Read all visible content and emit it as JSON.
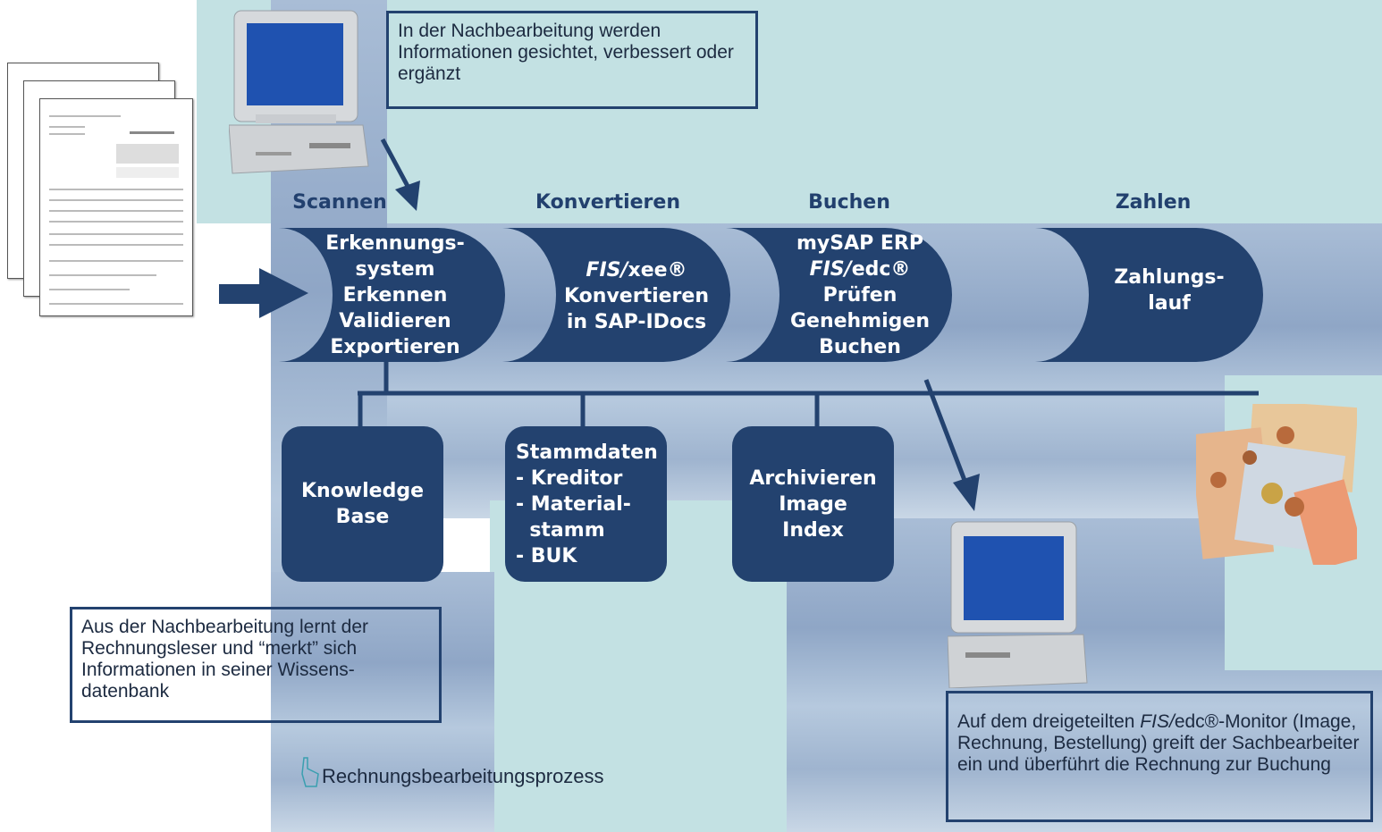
{
  "stages": {
    "scan": "Scannen",
    "convert": "Konvertieren",
    "book": "Buchen",
    "pay": "Zahlen"
  },
  "process": {
    "scan": [
      "Erkennungs-",
      "system",
      "Erkennen",
      "Validieren",
      "Exportieren"
    ],
    "convert_brand": "FIS/",
    "convert_brand_suffix": "xee®",
    "convert": [
      "Konvertieren",
      "in SAP-IDocs"
    ],
    "book_line1": "mySAP ERP",
    "book_brand": "FIS/",
    "book_brand_suffix": "edc®",
    "book": [
      "Prüfen",
      "Genehmigen",
      "Buchen"
    ],
    "pay": [
      "Zahlungs-",
      "lauf"
    ]
  },
  "modules": {
    "knowledge": [
      "Knowledge",
      "Base"
    ],
    "stamm": [
      "Stammdaten",
      "- Kreditor",
      "- Material-",
      "  stamm",
      "- BUK"
    ],
    "archive": [
      "Archivieren",
      "Image",
      "Index"
    ]
  },
  "callouts": {
    "top": "In der Nachbearbeitung werden Informationen gesichtet, verbessert oder ergänzt",
    "left": "Aus der Nachbearbeitung lernt der Rechnungsleser und “merkt” sich Informationen in seiner Wissens-datenbank",
    "right_prefix": "Auf dem dreigeteilten ",
    "right_brand": "FIS/",
    "right_suffix": "edc®-Monitor (Image, Rechnung, Bestellung) greift der Sachbearbeiter ein und überführt die Rechnung zur Buchung"
  },
  "caption": "Rechnungsbearbeitungsprozess",
  "colors": {
    "navy": "#23426f",
    "teal": "#c3e1e3",
    "sky": "#9fb4cf"
  },
  "icons": [
    "computer-icon",
    "computer-icon",
    "invoice-documents",
    "euro-money-image",
    "arrow-icon",
    "pointer-hand-icon"
  ]
}
